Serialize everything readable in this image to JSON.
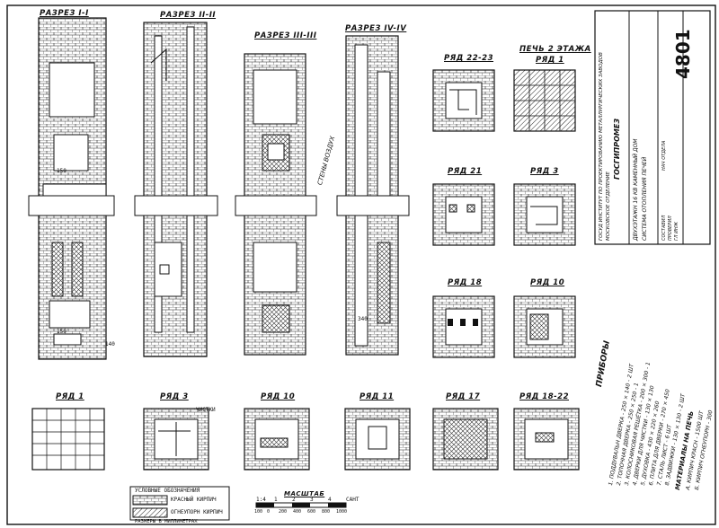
{
  "sections": [
    {
      "key": "s1",
      "label": "РАЗРЕЗ I-I"
    },
    {
      "key": "s2",
      "label": "РАЗРЕЗ II-II"
    },
    {
      "key": "s3",
      "label": "РАЗРЕЗ III-III"
    },
    {
      "key": "s4",
      "label": "РАЗРЕЗ IV-IV"
    }
  ],
  "rows_upper": [
    {
      "key": "r22",
      "label": "РЯД 22-23"
    },
    {
      "key": "p2",
      "label": "ПЕЧЬ 2 ЭТАЖА",
      "sub": "РЯД 1"
    },
    {
      "key": "r21",
      "label": "РЯД 21"
    },
    {
      "key": "r3b",
      "label": "РЯД 3"
    },
    {
      "key": "r18",
      "label": "РЯД 18"
    },
    {
      "key": "r10b",
      "label": "РЯД 10"
    }
  ],
  "rows_lower": [
    {
      "key": "l1",
      "label": "РЯД 1"
    },
    {
      "key": "l3",
      "label": "РЯД 3"
    },
    {
      "key": "l10",
      "label": "РЯД 10"
    },
    {
      "key": "l11",
      "label": "РЯД 11"
    },
    {
      "key": "l17",
      "label": "РЯД 17"
    },
    {
      "key": "l18",
      "label": "РЯД 18-22"
    }
  ],
  "section_notes": {
    "cut_mark": "150",
    "cut_mark2": "150",
    "grid_note": "СТЕНЫ ВОЗДУХ",
    "dim_bottom": "140",
    "dim_340": "340",
    "chistka": "ЧИСТКИ"
  },
  "legend": {
    "title": "УСЛОВНЫЕ ОБОЗНАЧЕНИЯ",
    "items": [
      "КРАСНЫЙ КИРПИЧ",
      "ОГНЕУПОРН КИРПИЧ"
    ],
    "footnote": "РАЗМЕРЫ В МИЛЛИМЕТРАХ"
  },
  "scale": {
    "title": "МАСШТАБ",
    "values": [
      "1:4",
      "1",
      "2",
      "3",
      "4",
      "САНТ"
    ],
    "ticks": [
      "100",
      "0",
      "200",
      "400",
      "600",
      "800",
      "1000"
    ]
  },
  "spec": {
    "title": "ПРИБОРЫ",
    "items": [
      "1. ПОДДУВАЛЬН ДВЕРКА - 250 × 140 - 2 ШТ",
      "2. ТОПОЧНАЯ ДВЕРКА - 250 × 250 - 1",
      "3. КОЛОСНИКОВАЯ РЕШЁТКА - 200 × 300 - 1",
      "4. ДВЕРКИ ДЛЯ ЧИСТКИ - 130 × 130",
      "5. ДУХОВКА - 430 × 220 × 260",
      "6. ПЛИТА ДЛЯ ДВЕРКИ - 270 × 450",
      "7. СТАЛЬ ЛИСТ - 6 ШТ",
      "8. ЗАДВИЖКИ - 130 × 130 - 2 ШТ"
    ],
    "materials_title": "МАТЕРИАЛЫ НА ПЕЧЬ",
    "materials": [
      "А. КИРПИЧ КРАСН - 1500 ШТ",
      "Б. КИРПИЧ ОГНЕУПОРН - 300"
    ]
  },
  "title_block": {
    "org": "ГОСУД ИНСТИТУТ ПО ПРОЕКТИРОВАНИЮ МЕТАЛЛУРГИЧЕСКИХ ЗАВОДОВ",
    "org2": "МОСКОВСКОЕ ОТДЕЛЕНИЕ",
    "org3": "ГОСГИПРОМЕЗ",
    "object": "ДВУХЭТАЖН 16 КВ КАМЕННЫЙ ДОМ",
    "drawing": "СИСТЕМА ОТОПЛЕНИЯ ПЕЧЕЙ",
    "roles": [
      "СОСТАВИЛ",
      "ПРОВЕРИЛ",
      "ГЛ ИНЖ",
      "НАЧ ОТДЕЛА"
    ],
    "sheet_number": "4801"
  }
}
